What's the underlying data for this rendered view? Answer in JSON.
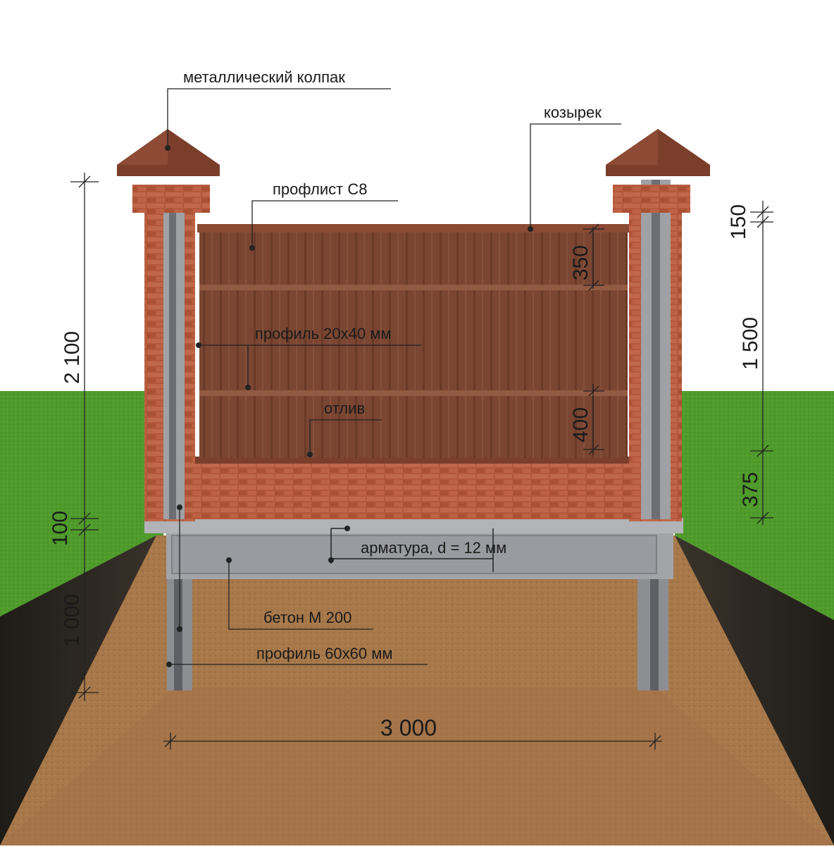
{
  "labels": {
    "cap": "металлический колпак",
    "visor": "козырек",
    "sheet": "профлист С8",
    "profile_20x40": "профиль 20х40 мм",
    "drip": "отлив",
    "rebar": "арматура, d = 12 мм",
    "concrete": "бетон М 200",
    "profile_60x60": "профиль 60х60 мм"
  },
  "dimensions": {
    "total_height": "2 100",
    "plinth": "100",
    "depth": "1 000",
    "span": "3 000",
    "top": "150",
    "panel": "1 500",
    "bottom": "375",
    "top_strip": "350",
    "bottom_strip": "400"
  },
  "colors": {
    "sky": "#ffffff",
    "grass": "#4e9a2a",
    "soil": "#a7784a",
    "trench_wall": "#2a2620",
    "brick": "#b35a3a",
    "cap": "#7b3e2b",
    "sheet": "#7a4632",
    "concrete": "#9a9ba0",
    "steel_post": "#6d6e73"
  }
}
